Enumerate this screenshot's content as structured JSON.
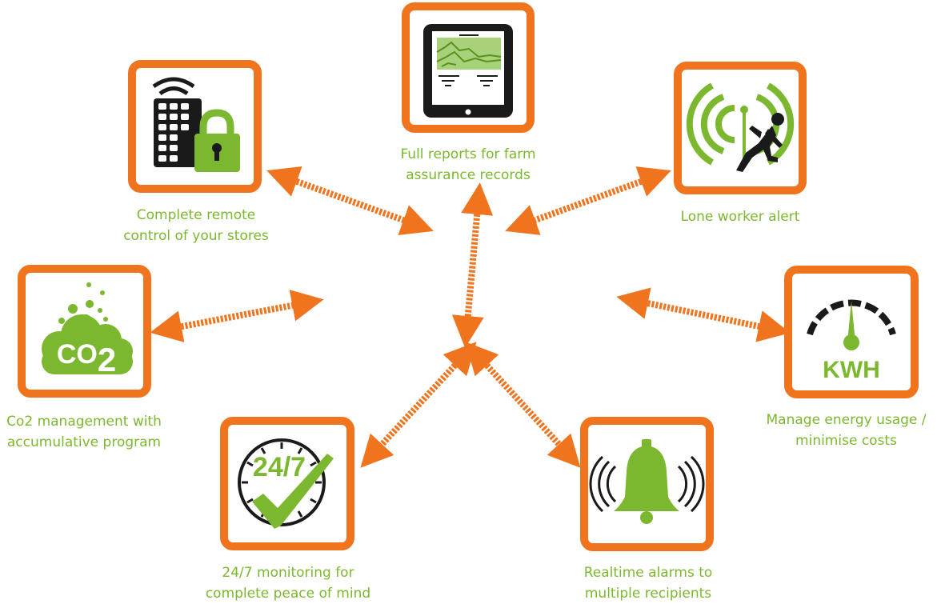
{
  "colors": {
    "accent": "#f0731e",
    "green": "#7cb82f",
    "dark": "#1a1a1a"
  },
  "features": [
    {
      "id": "reports",
      "icon": "tablet-chart-icon",
      "lines": [
        "Full reports for farm",
        "assurance records"
      ]
    },
    {
      "id": "remote",
      "icon": "keypad-lock-icon",
      "lines": [
        "Complete remote",
        "control of your stores"
      ]
    },
    {
      "id": "lone",
      "icon": "falling-worker-signal-icon",
      "lines": [
        "Lone worker alert"
      ]
    },
    {
      "id": "co2",
      "icon": "co2-cloud-icon",
      "icon_text": "CO2",
      "lines": [
        "Co2 management with",
        "accumulative program"
      ]
    },
    {
      "id": "energy",
      "icon": "kwh-gauge-icon",
      "icon_text": "KWH",
      "lines": [
        "Manage energy usage /",
        "minimise costs"
      ]
    },
    {
      "id": "monitoring",
      "icon": "clock-checkmark-icon",
      "icon_text": "24/7",
      "lines": [
        "24/7 monitoring for",
        "complete peace of mind"
      ]
    },
    {
      "id": "alarms",
      "icon": "ringing-bell-icon",
      "lines": [
        "Realtime alarms to",
        "multiple recipients"
      ]
    }
  ]
}
